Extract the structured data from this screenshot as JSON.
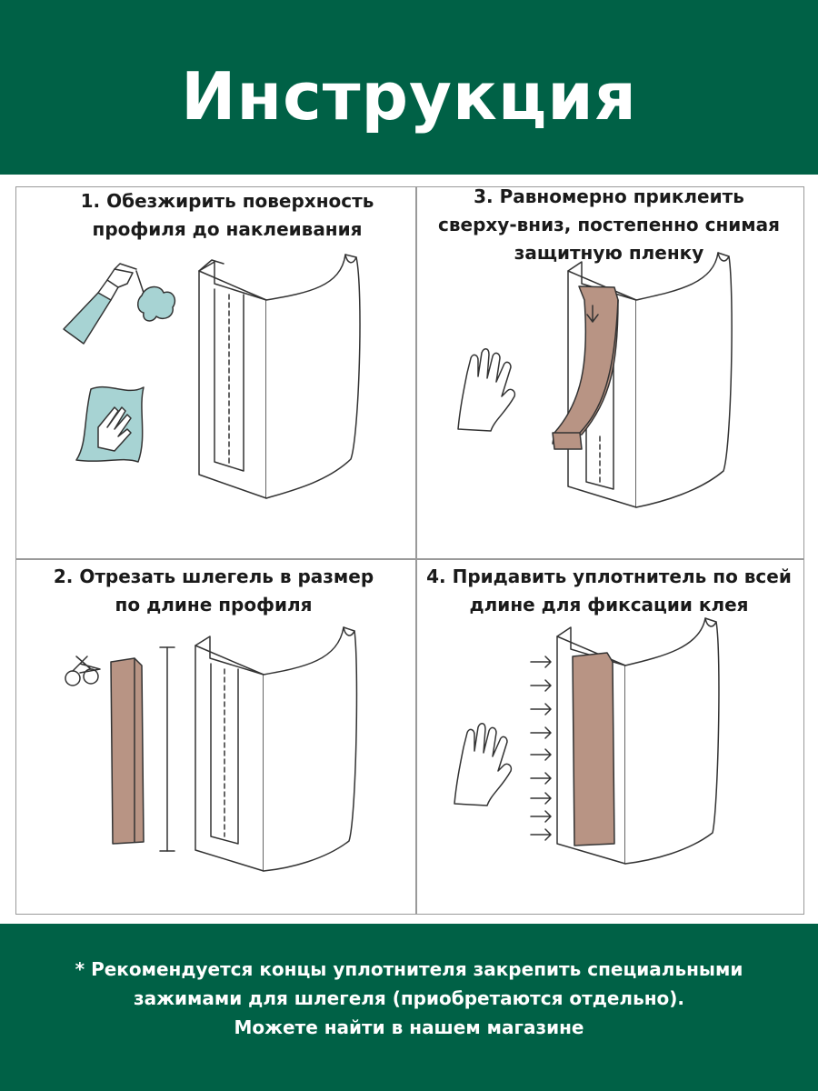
{
  "header": {
    "title": "Инструкция"
  },
  "steps": [
    {
      "line1": "1. Обезжирить поверхность",
      "line2": "профиля до наклеивания",
      "line3": ""
    },
    {
      "line1": "3. Равномерно приклеить",
      "line2": "сверху-вниз, постепенно снимая",
      "line3": "защитную пленку"
    },
    {
      "line1": "2. Отрезать шлегель в размер",
      "line2": "по длине профиля",
      "line3": ""
    },
    {
      "line1": "4. Придавить уплотнитель по всей",
      "line2": "длине для фиксации клея",
      "line3": ""
    }
  ],
  "footer": {
    "line1": "* Рекомендуется концы уплотнителя закрепить специальными",
    "line2": "зажимами для шлегеля (приобретаются отдельно).",
    "line3": "Можете найти в нашем магазине"
  },
  "colors": {
    "brand_green": "#006146",
    "seal_brown": "#b89484",
    "cleaner_blue": "#a7d3d3"
  },
  "icons": [
    "spray-bottle-icon",
    "cloth-hand-icon",
    "hand-icon",
    "scissors-icon",
    "measure-line-icon",
    "down-arrow-icon",
    "press-arrow-icon"
  ]
}
